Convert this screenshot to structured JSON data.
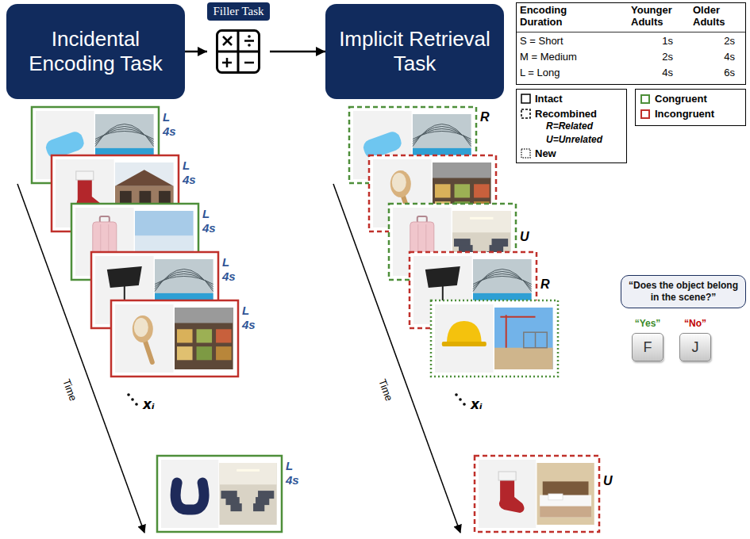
{
  "diagram": {
    "nodes": [
      {
        "text": [
          "Incidental Encoding Task"
        ]
      },
      {
        "text": [
          "Filler Task"
        ]
      },
      {
        "text": [
          "Implicit Retrieval Task"
        ]
      },
      {
        "text": [
          "“Does the object belong in the scene?”"
        ]
      },
      {
        "text": [
          "“Yes”",
          "F"
        ]
      },
      {
        "text": [
          "“No”",
          "J"
        ]
      }
    ],
    "edges": [
      {
        "from": 0,
        "to": 1,
        "arrow": "to"
      },
      {
        "from": 1,
        "to": 2,
        "arrow": "to"
      }
    ],
    "labels": [
      "Encoding Duration",
      "Younger Adults",
      "Older Adults",
      "S = Short",
      "1s",
      "2s",
      "M = Medium",
      "2s",
      "4s",
      "L = Long",
      "4s",
      "6s",
      "R=Related",
      "U=Unrelated",
      "L",
      "4s",
      "L",
      "4s",
      "L",
      "4s",
      "L",
      "4s",
      "L",
      "4s",
      "xᵢ",
      "L",
      "4s",
      "Time",
      "R",
      "U",
      "R",
      "xᵢ",
      "U",
      "Time"
    ],
    "legend": [
      {
        "text": "Intact"
      },
      {
        "text": "Recombined"
      },
      {
        "text": "New"
      },
      {
        "text": "Congruent",
        "color": "#4e8f3a"
      },
      {
        "text": "Incongruent",
        "color": "#c0302b"
      }
    ]
  }
}
